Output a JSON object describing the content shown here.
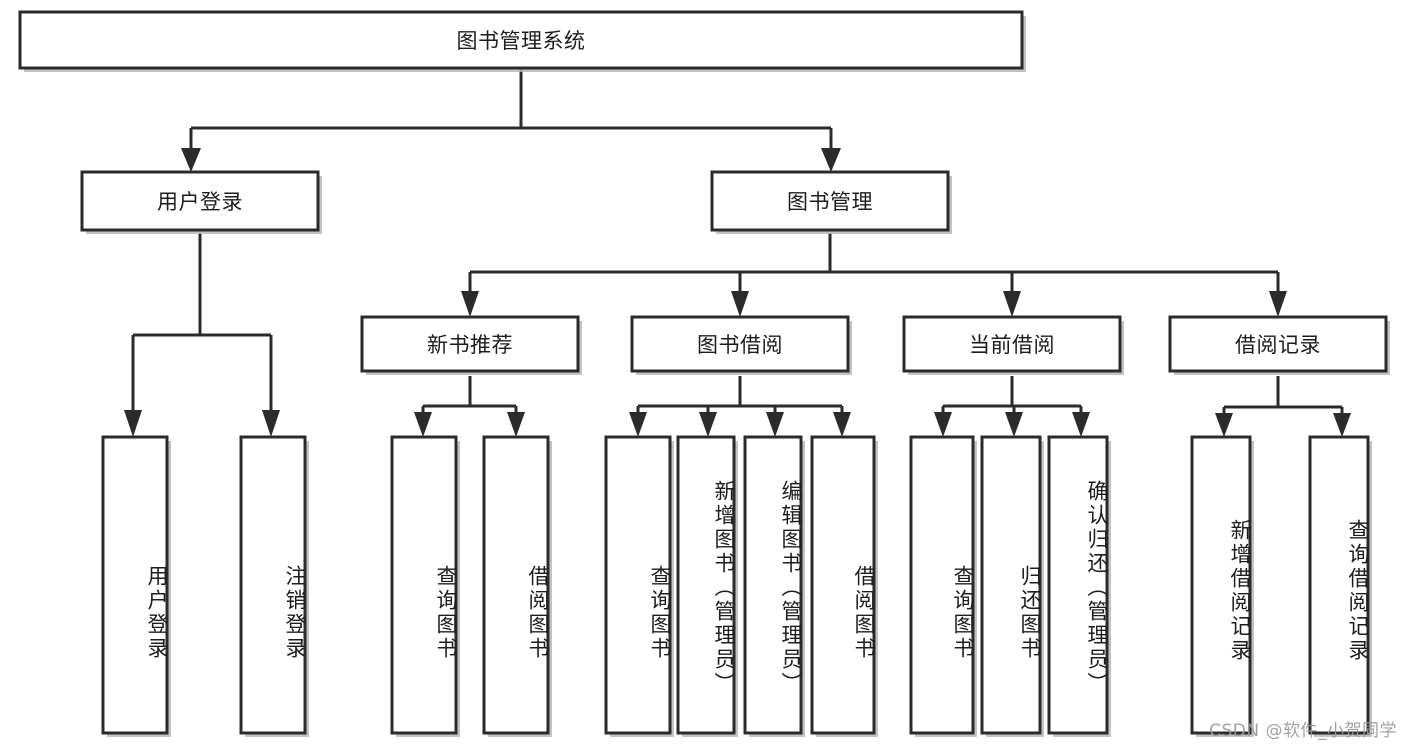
{
  "diagram": {
    "type": "tree",
    "title": "图书管理系统",
    "root": {
      "id": "root",
      "label": "图书管理系统",
      "level": 0
    },
    "level1": [
      {
        "id": "user-login",
        "label": "用户登录"
      },
      {
        "id": "book-manage",
        "label": "图书管理"
      }
    ],
    "level2": [
      {
        "id": "new-book-rec",
        "label": "新书推荐",
        "parent": "book-manage"
      },
      {
        "id": "book-borrow",
        "label": "图书借阅",
        "parent": "book-manage"
      },
      {
        "id": "current-borrow",
        "label": "当前借阅",
        "parent": "book-manage"
      },
      {
        "id": "borrow-record",
        "label": "借阅记录",
        "parent": "book-manage"
      }
    ],
    "leaves": {
      "user_login": [
        {
          "id": "leaf-user-login",
          "label": "用户登录"
        },
        {
          "id": "leaf-user-logout",
          "label": "注销登录"
        }
      ],
      "new_book_rec": [
        {
          "id": "leaf-query-book-1",
          "label": "查询图书"
        },
        {
          "id": "leaf-borrow-book-1",
          "label": "借阅图书"
        }
      ],
      "book_borrow": [
        {
          "id": "leaf-query-book-2",
          "label": "查询图书"
        },
        {
          "id": "leaf-add-book",
          "label": "新增图书（管理员）"
        },
        {
          "id": "leaf-edit-book",
          "label": "编辑图书（管理员）"
        },
        {
          "id": "leaf-borrow-book-2",
          "label": "借阅图书"
        }
      ],
      "current_borrow": [
        {
          "id": "leaf-query-book-3",
          "label": "查询图书"
        },
        {
          "id": "leaf-return-book",
          "label": "归还图书"
        },
        {
          "id": "leaf-confirm-return",
          "label": "确认归还（管理员）"
        }
      ],
      "borrow_record": [
        {
          "id": "leaf-add-record",
          "label": "新增借阅记录"
        },
        {
          "id": "leaf-query-record",
          "label": "查询借阅记录"
        }
      ]
    }
  },
  "colors": {
    "background": "#ffffff",
    "node_fill": "#ffffff",
    "node_stroke": "#2b2b2b",
    "text": "#1d1d1d",
    "shadow": "#b9b9b9",
    "watermark": "#9a9a9a"
  },
  "watermark": {
    "text": "CSDN @软件_小贺同学"
  }
}
